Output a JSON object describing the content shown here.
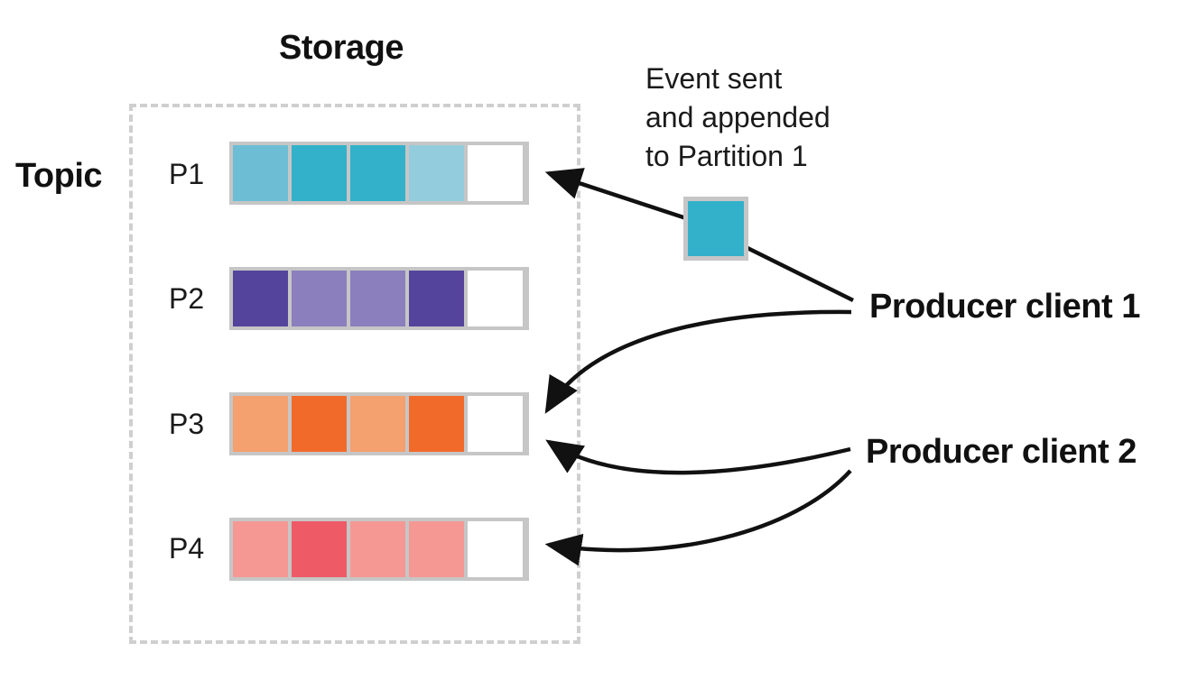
{
  "storage": {
    "title": "Storage"
  },
  "topic": {
    "label": "Topic"
  },
  "partitions": [
    {
      "label": "P1",
      "cells": [
        "#6dbed5",
        "#33b1ca",
        "#33b1ca",
        "#93cddd",
        "#ffffff"
      ]
    },
    {
      "label": "P2",
      "cells": [
        "#55449b",
        "#8b7fbd",
        "#8b7fbd",
        "#55449b",
        "#ffffff"
      ]
    },
    {
      "label": "P3",
      "cells": [
        "#f5a06f",
        "#f26a2a",
        "#f5a06f",
        "#f26a2a",
        "#ffffff"
      ]
    },
    {
      "label": "P4",
      "cells": [
        "#f59894",
        "#ef5a67",
        "#f59894",
        "#f59894",
        "#ffffff"
      ]
    }
  ],
  "event": {
    "note_lines": [
      "Event sent",
      "and appended",
      "to Partition 1"
    ],
    "color": "#33b1ca"
  },
  "producers": [
    {
      "label": "Producer client 1"
    },
    {
      "label": "Producer client 2"
    }
  ],
  "colors": {
    "arrow": "#111111",
    "border": "#c6c6c6",
    "dash": "#cfcfcf"
  }
}
